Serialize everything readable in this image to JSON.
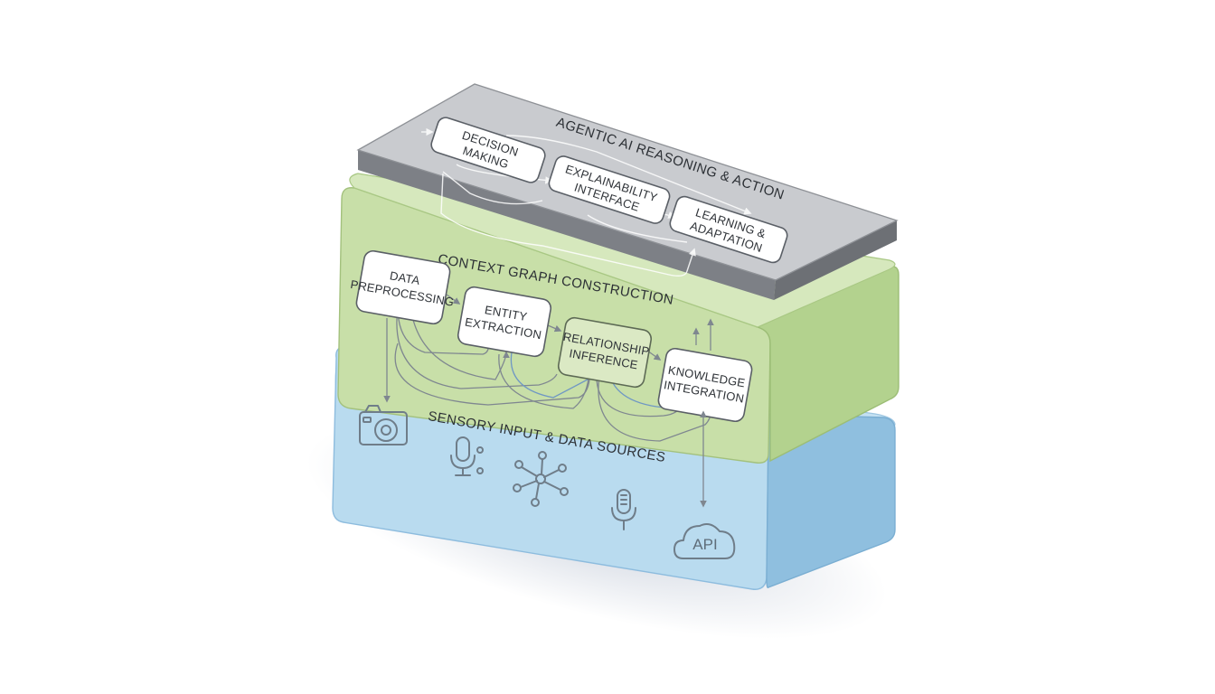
{
  "layers": {
    "top": {
      "title": "AGENTIC AI REASONING & ACTION",
      "boxes": [
        {
          "line1": "DECISION",
          "line2": "MAKING"
        },
        {
          "line1": "EXPLAINABILITY",
          "line2": "INTERFACE"
        },
        {
          "line1": "LEARNING &",
          "line2": "ADAPTATION"
        }
      ]
    },
    "middle": {
      "title": "CONTEXT GRAPH CONSTRUCTION",
      "boxes": [
        {
          "line1": "DATA",
          "line2": "PREPROCESSING"
        },
        {
          "line1": "ENTITY",
          "line2": "EXTRACTION"
        },
        {
          "line1": "RELATIONSHIP",
          "line2": "INFERENCE"
        },
        {
          "line1": "KNOWLEDGE",
          "line2": "INTEGRATION"
        }
      ]
    },
    "bottom": {
      "title": "SENSORY INPUT & DATA SOURCES",
      "icons": [
        "camera-icon",
        "microphone-with-dots-icon",
        "network-graph-icon",
        "microphone-icon",
        "cloud-api-icon"
      ],
      "api_label": "API"
    }
  },
  "colors": {
    "top_face": "#c9cbcf",
    "top_edge": "#8e9196",
    "middle_face": "#c8dfa8",
    "middle_edge": "#a9c884",
    "bottom_face": "#b9dbef",
    "bottom_edge": "#8dbcde"
  }
}
